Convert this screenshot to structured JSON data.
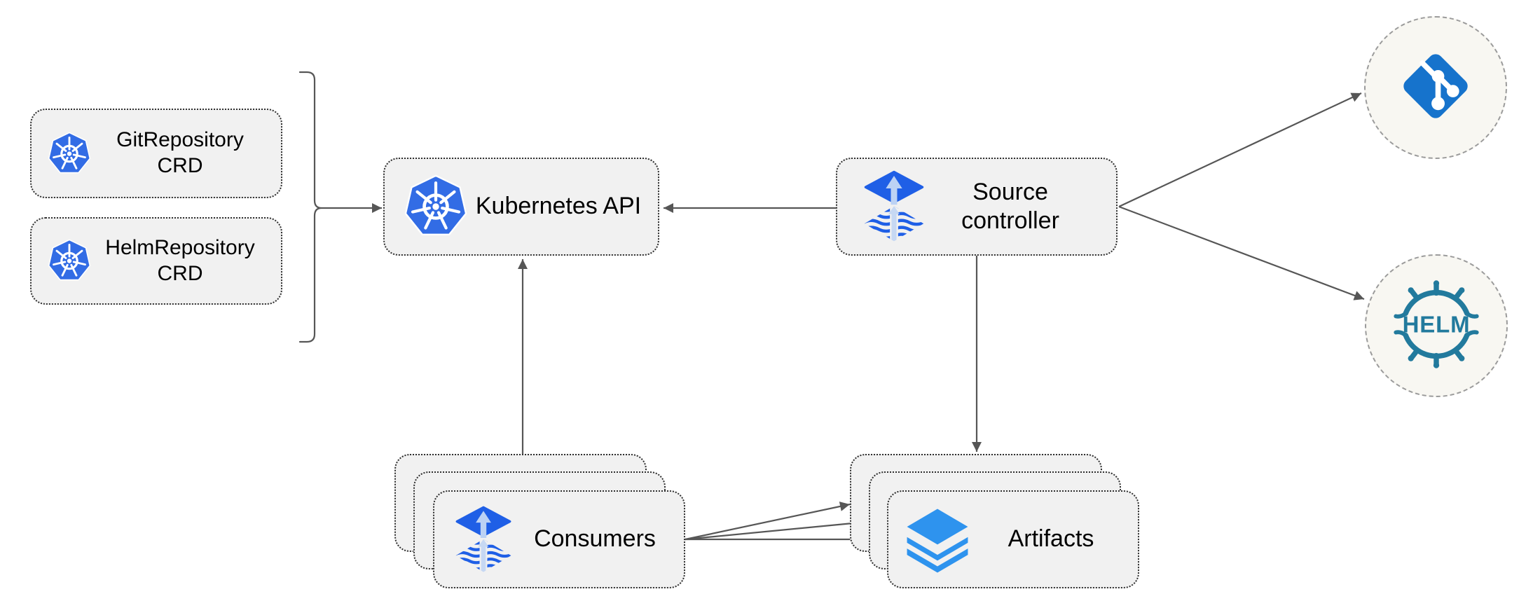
{
  "nodes": {
    "git_repository_crd": {
      "label": "GitRepository CRD",
      "icon": "kubernetes-icon"
    },
    "helm_repository_crd": {
      "label": "HelmRepository CRD",
      "icon": "kubernetes-icon"
    },
    "kubernetes_api": {
      "label": "Kubernetes API",
      "icon": "kubernetes-icon"
    },
    "source_controller": {
      "label": "Source controller",
      "icon": "flux-source-icon"
    },
    "consumers": {
      "label": "Consumers",
      "icon": "flux-source-icon",
      "stack_count": 3
    },
    "artifacts": {
      "label": "Artifacts",
      "icon": "layers-icon",
      "stack_count": 3
    },
    "git_remote": {
      "icon": "git-icon"
    },
    "helm_remote": {
      "icon": "helm-icon",
      "logo_text": "HELM"
    }
  },
  "edges": [
    {
      "from": "git_repository_crd",
      "to": "kubernetes_api",
      "via": "bracket"
    },
    {
      "from": "helm_repository_crd",
      "to": "kubernetes_api",
      "via": "bracket"
    },
    {
      "from": "source_controller",
      "to": "kubernetes_api"
    },
    {
      "from": "consumers",
      "to": "kubernetes_api"
    },
    {
      "from": "source_controller",
      "to": "git_remote"
    },
    {
      "from": "source_controller",
      "to": "helm_remote"
    },
    {
      "from": "source_controller",
      "to": "artifacts"
    },
    {
      "from": "consumers",
      "to": "artifacts",
      "arrow_count": 3
    }
  ],
  "colors": {
    "kubernetes_blue": "#326ce5",
    "flux_blue": "#1f5fe6",
    "flux_arrow_light": "#bcd2f4",
    "git_blue": "#1673cc",
    "helm_teal": "#227a9d",
    "layers_blue": "#2e93ee",
    "node_fill": "#f1f1f1",
    "node_border": "#2f2f2f",
    "circle_fill": "#f8f7f2",
    "circle_border": "#9b9b9b",
    "wire": "#565656",
    "text": "#000000",
    "background": "#ffffff"
  }
}
